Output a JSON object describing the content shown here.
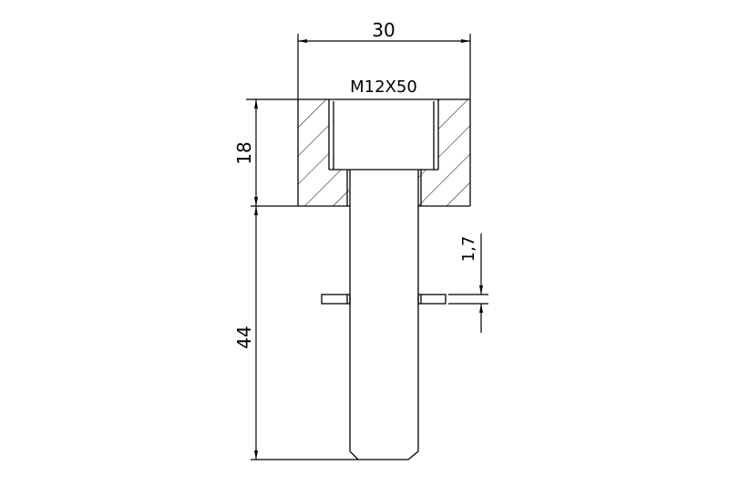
{
  "drawing": {
    "label": "M12X50",
    "dimensions": {
      "width": "30",
      "head_height": "18",
      "shank_length": "44",
      "washer_thickness": "1,7"
    },
    "line_color": "#000000",
    "background": "#ffffff"
  }
}
